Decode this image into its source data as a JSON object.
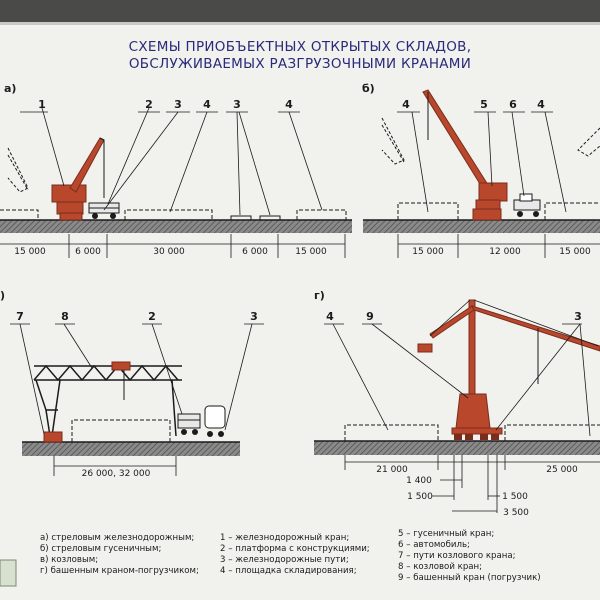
{
  "title": {
    "line1": "СХЕМЫ ПРИОБЪЕКТНЫХ ОТКРЫТЫХ СКЛАДОВ,",
    "line2": "ОБСЛУЖИВАЕМЫХ РАЗГРУЗОЧНЫМИ КРАНАМИ"
  },
  "panels": {
    "a": {
      "letter": "а)",
      "labels": [
        "1",
        "2",
        "3",
        "4",
        "3",
        "4"
      ],
      "dims": [
        "15 000",
        "6 000",
        "30 000",
        "6 000",
        "15 000"
      ]
    },
    "b": {
      "letter": "б)",
      "labels": [
        "4",
        "5",
        "6",
        "4"
      ],
      "dims": [
        "15 000",
        "12 000",
        "15 000"
      ]
    },
    "v": {
      "letter": ")",
      "labels": [
        "7",
        "8",
        "2",
        "3"
      ],
      "dims": [
        "26 000, 32 000"
      ]
    },
    "g": {
      "letter": "г)",
      "labels": [
        "4",
        "9",
        "3"
      ],
      "dims": [
        "21 000",
        "25 000",
        "1 400",
        "1 500",
        "1 500",
        "3 500"
      ]
    }
  },
  "legend": {
    "left": [
      "а) стреловым железнодорожным;",
      "б) стреловым гусеничным;",
      "в) козловым;",
      "г) башенным краном-погрузчиком;"
    ],
    "middle": [
      "1 – железнодорожный кран;",
      "2 – платформа с конструкциями;",
      "3 – железнодорожные пути;",
      "4 – площадка складирования;"
    ],
    "right": [
      "5 – гусеничный кран;",
      "6 – автомобиль;",
      "7 – пути козлового крана;",
      "8 – козловой кран;",
      "9 – башенный кран (погрузчик)"
    ]
  },
  "colors": {
    "crane": "#b8472c",
    "line": "#1b1b1b",
    "ground": "#6e6e6e",
    "board": "#f1f1ee"
  }
}
